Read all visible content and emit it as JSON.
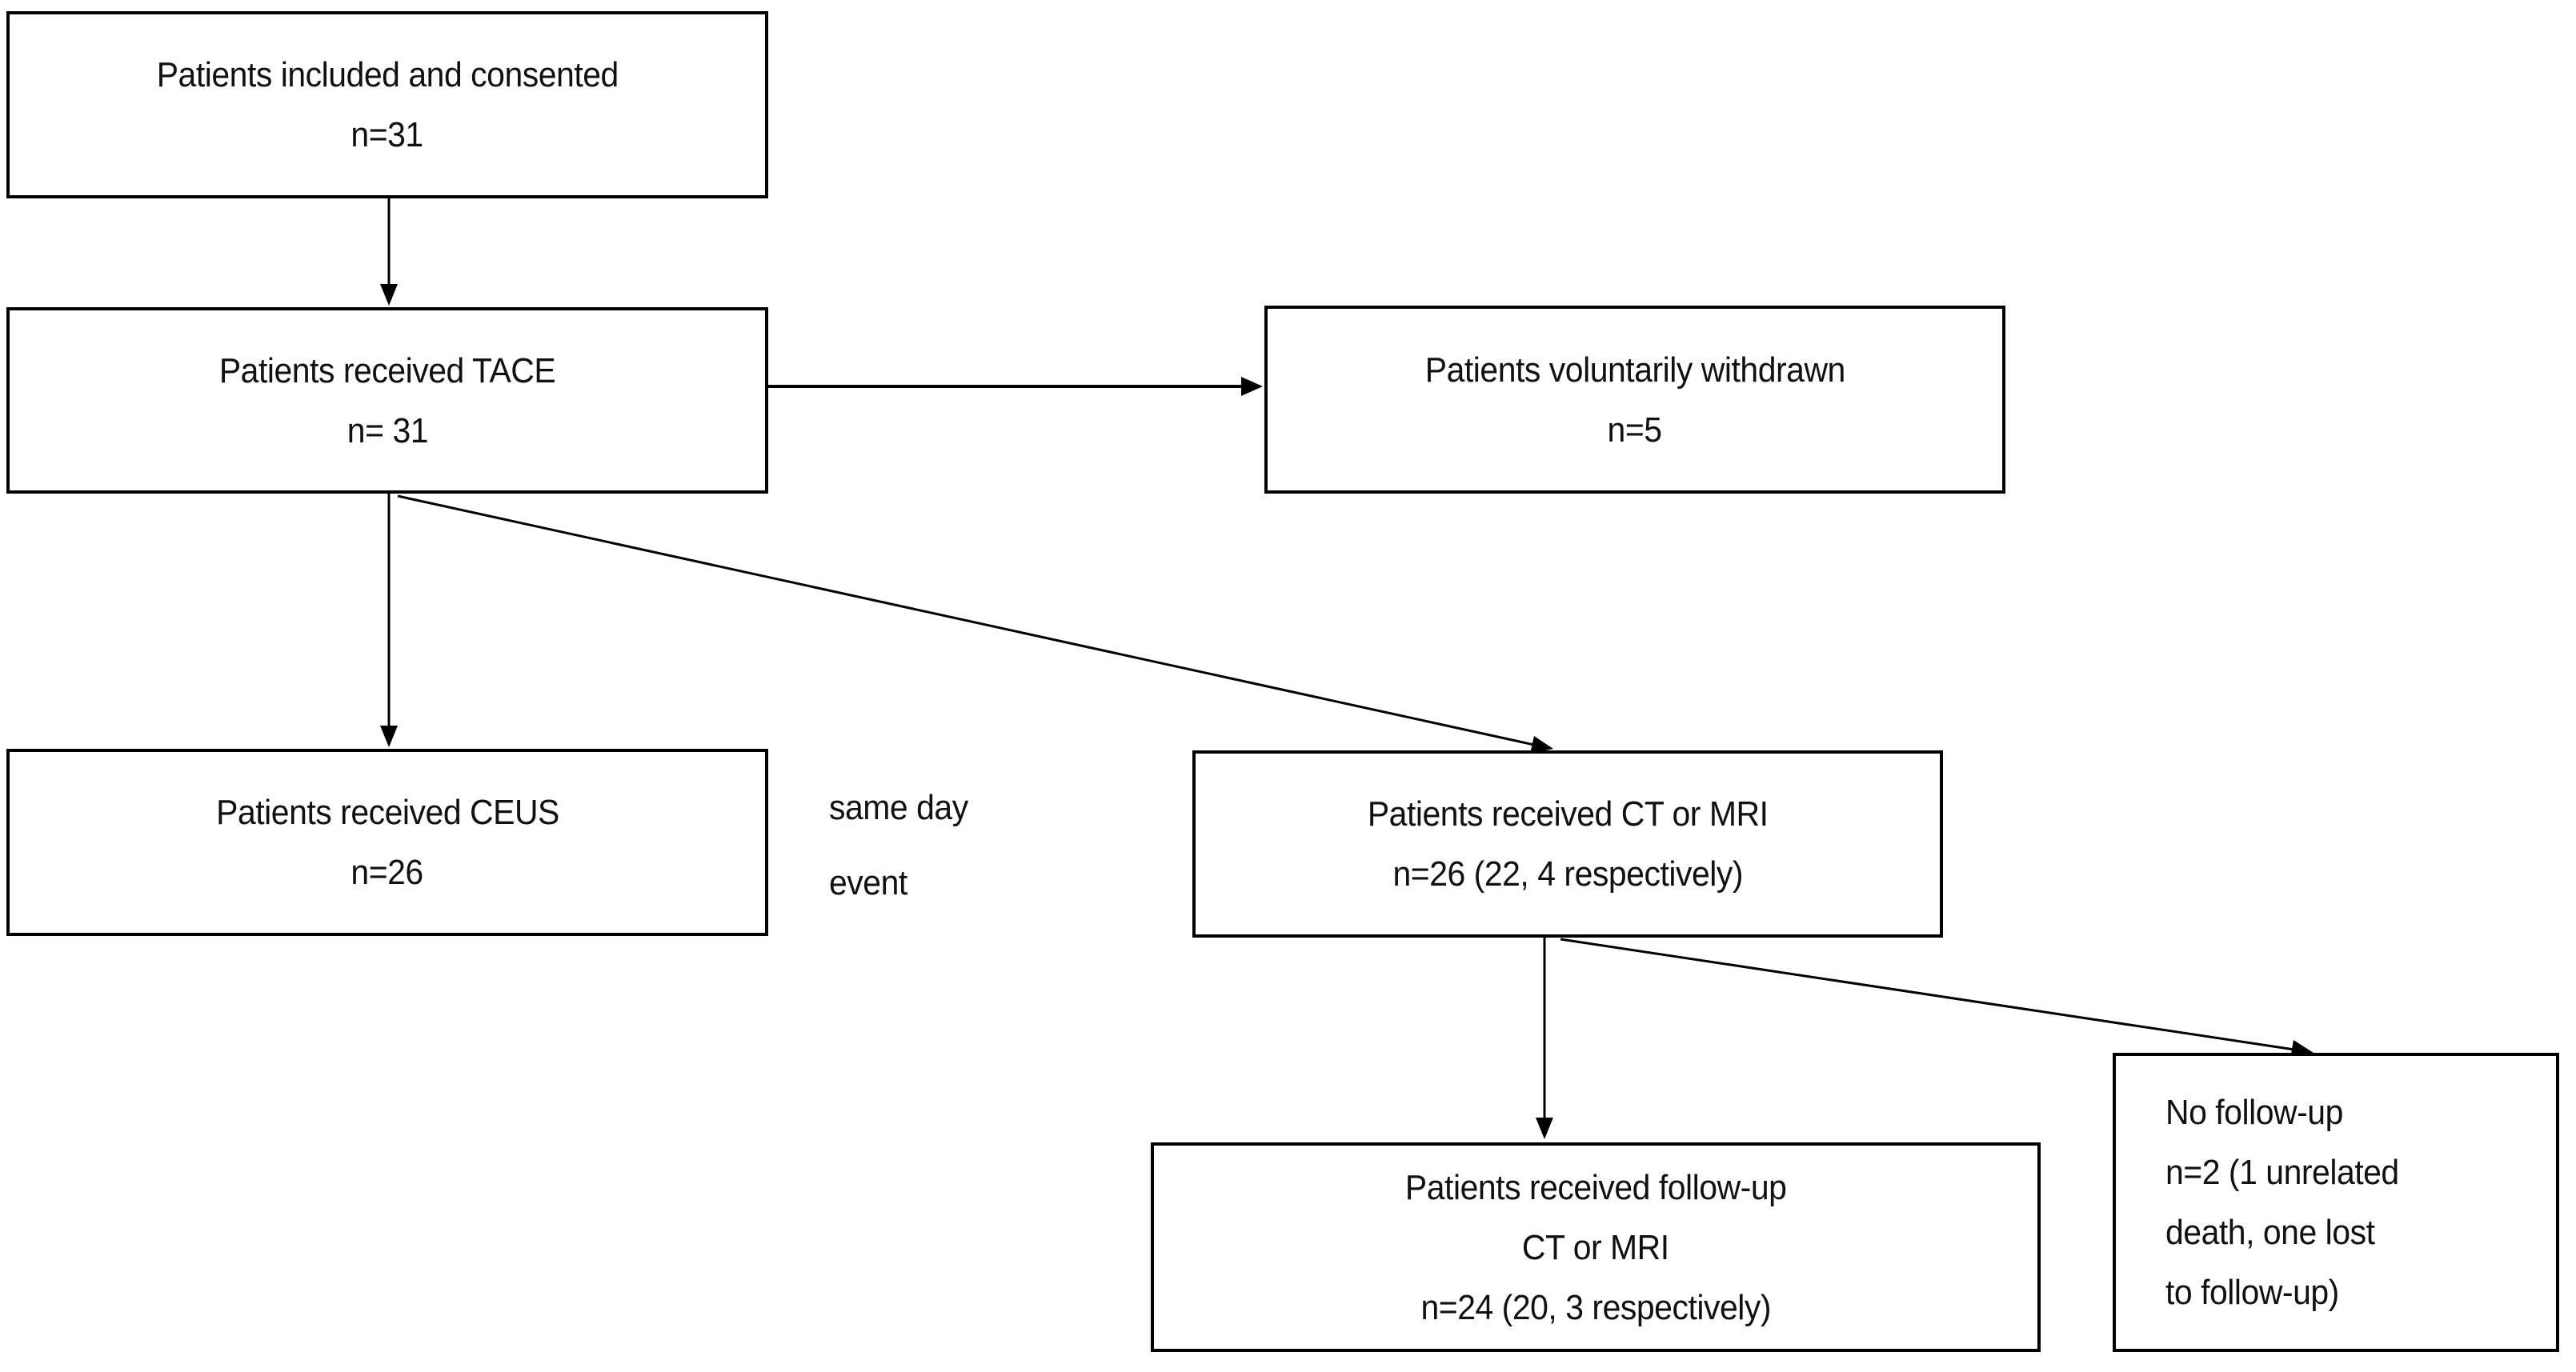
{
  "figure": {
    "type": "flowchart",
    "background_color": "#ffffff",
    "line_color": "#000000",
    "text_color": "#111111",
    "boxes": {
      "consented": {
        "lines": [
          "Patients included and consented",
          "n=31"
        ]
      },
      "tace": {
        "lines": [
          "Patients received TACE",
          "n= 31"
        ]
      },
      "withdrawn": {
        "lines": [
          "Patients voluntarily withdrawn",
          "n=5"
        ]
      },
      "ceus": {
        "lines": [
          "Patients received CEUS",
          "n=26"
        ]
      },
      "ct_mri": {
        "lines": [
          "Patients received CT or MRI",
          "n=26 (22, 4 respectively)"
        ]
      },
      "followup_ct_mri": {
        "lines": [
          "Patients received follow-up",
          "CT or MRI",
          "n=24 (20, 3 respectively)"
        ]
      },
      "no_followup": {
        "lines": [
          "No follow-up",
          "n=2 (1 unrelated",
          "death, one lost",
          "to follow-up)"
        ]
      }
    },
    "edge_labels": {
      "same_day_line1": "same day",
      "same_day_line2": "event"
    }
  }
}
